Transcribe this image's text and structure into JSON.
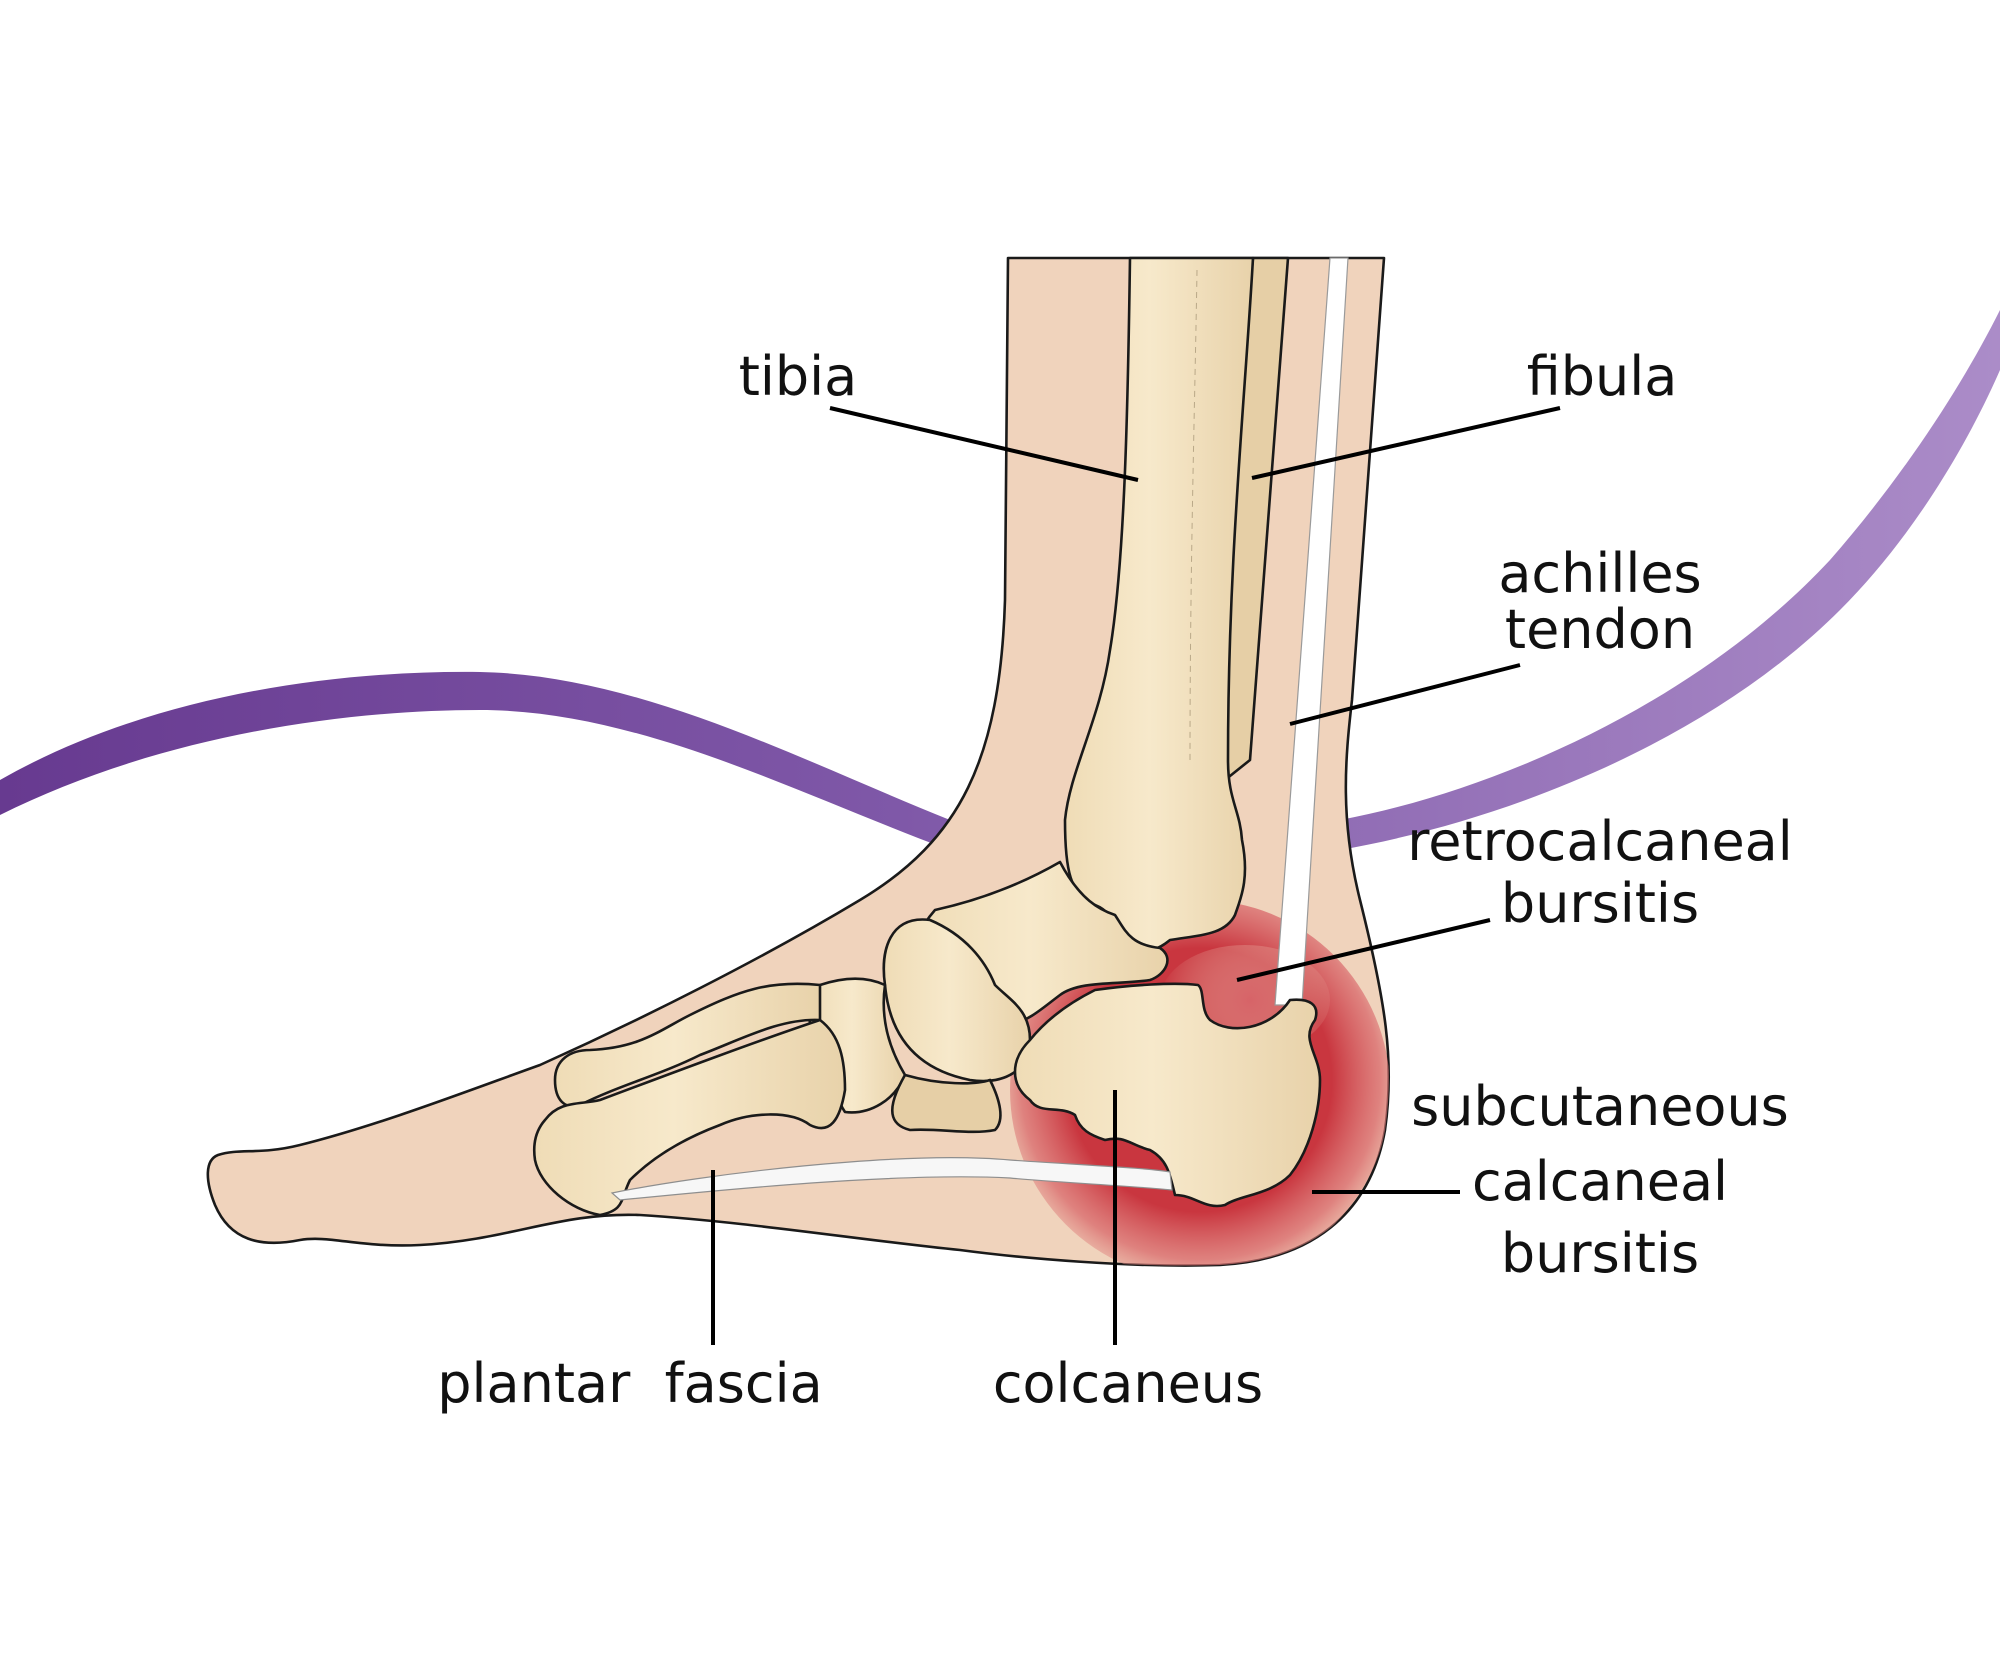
{
  "diagram": {
    "subject": "Foot and ankle anatomy showing bursitis locations",
    "labels": {
      "tibia": "tibia",
      "fibula": "fibula",
      "achilles_line1": "achilles",
      "achilles_line2": "tendon",
      "retro_line1": "retrocalcaneal",
      "retro_line2": "bursitis",
      "subcut_line1": "subcutaneous",
      "subcut_line2": "calcaneal",
      "subcut_line3": "bursitis",
      "plantar_fascia": "plantar  fascia",
      "calcaneus": "colcaneus"
    },
    "colors": {
      "background": "#ffffff",
      "skin": "#f0d3bc",
      "bone": "#f5e6c6",
      "bone_shade": "#e6cfa6",
      "tendon": "#ffffff",
      "inflammation": "#c9363f",
      "purple_dark": "#6a3a92",
      "purple_light": "#a88bc6",
      "outline": "#1a1a1a"
    }
  }
}
